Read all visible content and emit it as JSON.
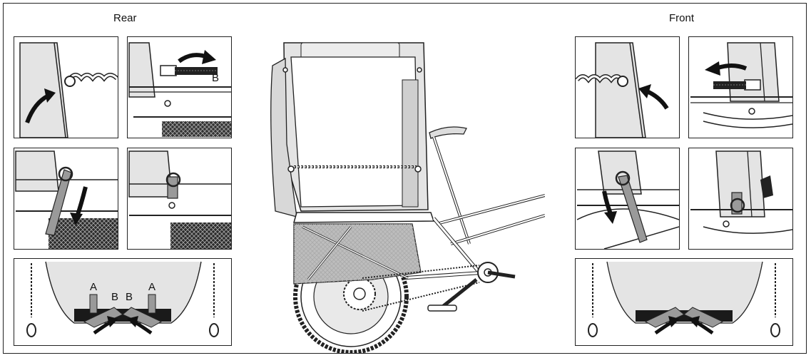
{
  "headings": {
    "rear": "Rear",
    "front": "Front"
  },
  "labels": {
    "a": "A",
    "b": "B"
  },
  "colors": {
    "line": "#222222",
    "canopy": "#e4e4e4",
    "strap": "#9a9a9a",
    "dark": "#1a1a1a"
  }
}
